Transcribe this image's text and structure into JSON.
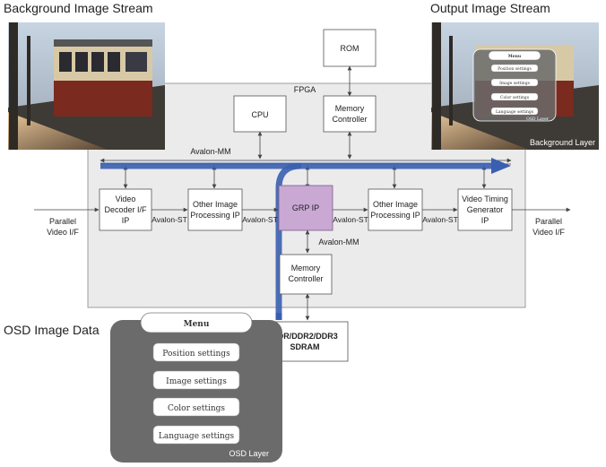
{
  "headers": {
    "background_stream": "Background Image Stream",
    "output_stream": "Output Image Stream",
    "osd_data": "OSD Image Data"
  },
  "fpga": {
    "label": "FPGA"
  },
  "blocks": {
    "rom": "ROM",
    "cpu": "CPU",
    "mem_ctrl_top": [
      "Memory",
      "Controller"
    ],
    "video_decoder": [
      "Video",
      "Decoder I/F",
      "IP"
    ],
    "other_ip_left": [
      "Other Image",
      "Processing IP"
    ],
    "grp_ip": "GRP IP",
    "other_ip_right": [
      "Other Image",
      "Processing IP"
    ],
    "timing_gen": [
      "Video Timing",
      "Generator",
      "IP"
    ],
    "mem_ctrl_bottom": [
      "Memory",
      "Controller"
    ],
    "sdram": [
      "DDR/DDR2/DDR3",
      "SDRAM"
    ]
  },
  "bus": {
    "avalon_mm_top": "Avalon-MM",
    "avalon_mm_grp": "Avalon-MM",
    "avalon_st": [
      "Avalon-ST",
      "Avalon-ST",
      "Avalon-ST",
      "Avalon-ST"
    ]
  },
  "io": {
    "input": [
      "Parallel",
      "Video I/F"
    ],
    "output": [
      "Parallel",
      "Video I/F"
    ]
  },
  "osd": {
    "menu_title": "Menu",
    "items": [
      "Position settings",
      "Image settings",
      "Color settings",
      "Language settings"
    ],
    "layer_label": "OSD Layer"
  },
  "output_thumb": {
    "menu_title": "Menu",
    "items": [
      "Position settings",
      "Image settings",
      "Color settings",
      "Language settings"
    ],
    "layer_label": "OSD Layer",
    "background_label": "Background Layer"
  },
  "colors": {
    "flow_arrow": "#3a5fb0",
    "grp_fill": "#c9a8d4",
    "fpga_fill": "#ebebeb",
    "osd_panel": "#6b6b6b"
  }
}
